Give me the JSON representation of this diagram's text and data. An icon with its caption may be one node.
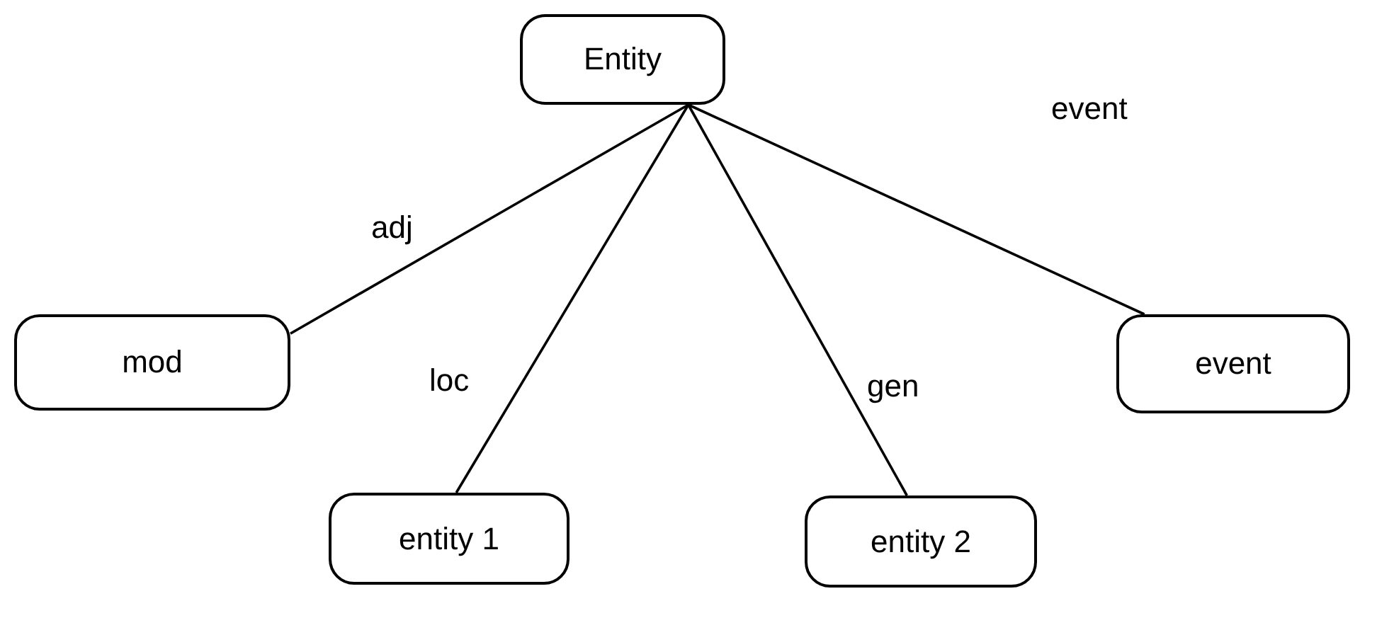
{
  "diagram": {
    "nodes": [
      {
        "text": [
          "Entity"
        ]
      },
      {
        "text": [
          "mod"
        ]
      },
      {
        "text": [
          "entity 1"
        ]
      },
      {
        "text": [
          "entity 2"
        ]
      },
      {
        "text": [
          "event"
        ]
      }
    ],
    "edges": [
      {
        "from": 0,
        "to": 1,
        "arrow": "none",
        "label": "adj"
      },
      {
        "from": 0,
        "to": 2,
        "arrow": "none",
        "label": "loc"
      },
      {
        "from": 0,
        "to": 3,
        "arrow": "none",
        "label": "gen"
      },
      {
        "from": 0,
        "to": 4,
        "arrow": "none",
        "label": "event"
      }
    ]
  }
}
